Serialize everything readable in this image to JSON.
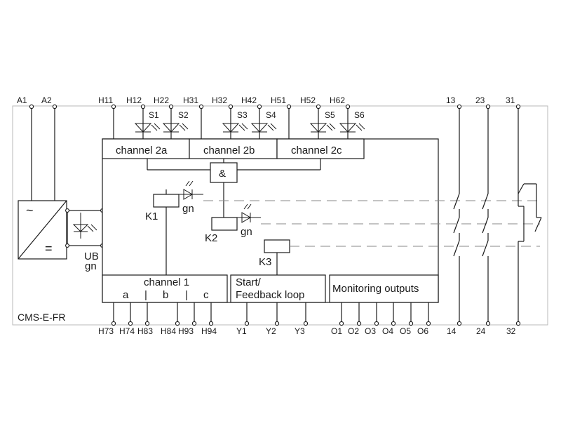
{
  "device": {
    "name": "CMS-E-FR"
  },
  "top_terminals": {
    "supply": [
      "A1",
      "A2"
    ],
    "channel": [
      "H11",
      "H12",
      "H22",
      "H31",
      "H32",
      "H42",
      "H51",
      "H52",
      "H62"
    ],
    "contacts": [
      "13",
      "23",
      "31"
    ]
  },
  "bottom_terminals": {
    "channel1": [
      "H73",
      "H74",
      "H83",
      "H84",
      "H93",
      "H94"
    ],
    "feedback": [
      "Y1",
      "Y2",
      "Y3"
    ],
    "monitoring": [
      "O1",
      "O2",
      "O3",
      "O4",
      "O5",
      "O6"
    ],
    "contacts": [
      "14",
      "24",
      "32"
    ]
  },
  "sensors": [
    "S1",
    "S2",
    "S3",
    "S4",
    "S5",
    "S6"
  ],
  "blocks": {
    "channel_2a": "channel 2a",
    "channel_2b": "channel 2b",
    "channel_2c": "channel 2c",
    "and_gate": "&",
    "channel_1": "channel 1",
    "channel_1_sub": [
      "a",
      "|",
      "b",
      "|",
      "c"
    ],
    "feedback_line1": "Start/",
    "feedback_line2": "Feedback loop",
    "monitoring": "Monitoring outputs"
  },
  "relays": {
    "k1": "K1",
    "k2": "K2",
    "k3": "K3"
  },
  "leds": {
    "k1_color": "gn",
    "k2_color": "gn",
    "ub_label": "UB",
    "ub_color": "gn"
  },
  "power_supply": {
    "ac_symbol": "~",
    "dc_symbol": "="
  }
}
